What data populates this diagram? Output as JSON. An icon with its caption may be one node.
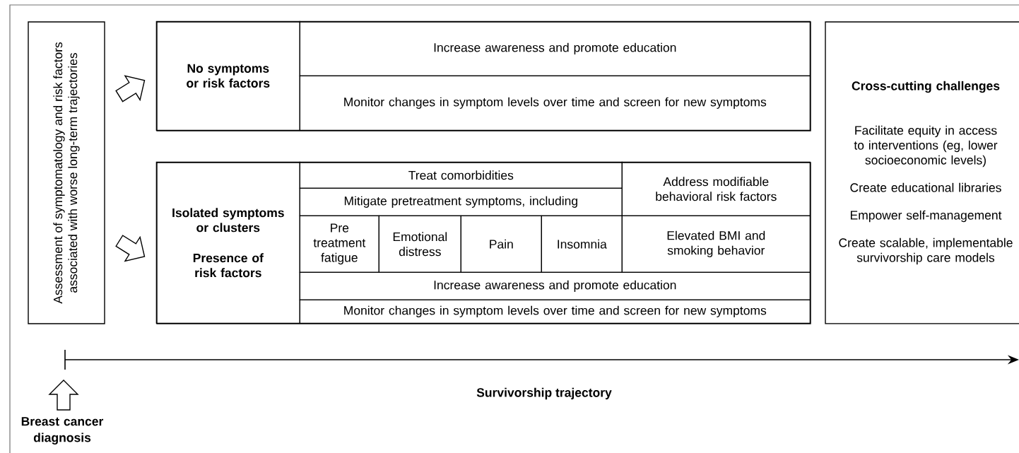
{
  "diagram": {
    "nodes": [
      {
        "text": [
          "Assessment of symptomatology and risk factors associated with worse long-term trajectories"
        ]
      },
      {
        "text": [],
        "shape": "box"
      },
      {
        "text": [
          "No symptoms or risk factors"
        ],
        "in": 1
      },
      {
        "text": [
          "Increase awareness and promote education"
        ],
        "in": 1
      },
      {
        "text": [
          "Monitor changes in symptom levels over time and screen for new symptoms"
        ],
        "in": 1
      },
      {
        "text": [],
        "shape": "box"
      },
      {
        "text": [
          "Isolated symptoms or clusters",
          "Presence of risk factors"
        ],
        "in": 5
      },
      {
        "text": [
          "Treat comorbidities"
        ],
        "in": 5
      },
      {
        "text": [
          "Mitigate pretreatment symptoms, including"
        ],
        "in": 5
      },
      {
        "text": [
          "Pre treatment fatigue"
        ],
        "in": 5
      },
      {
        "text": [
          "Emotional distress"
        ],
        "in": 5
      },
      {
        "text": [
          "Pain"
        ],
        "in": 5
      },
      {
        "text": [
          "Insomnia"
        ],
        "in": 5
      },
      {
        "text": [
          "Address modifiable behavioral risk factors"
        ],
        "in": 5
      },
      {
        "text": [
          "Elevated BMI and smoking behavior"
        ],
        "in": 5
      },
      {
        "text": [
          "Increase awareness and promote education"
        ],
        "in": 5
      },
      {
        "text": [
          "Monitor changes in symptom levels over time and screen for new symptoms"
        ],
        "in": 5
      },
      {
        "text": [
          "Cross-cutting challenges",
          "Facilitate equity in access to interventions (eg, lower socioeconomic levels)",
          "Create educational libraries",
          "Empower self-management",
          "Create scalable, implementable survivorship care models"
        ]
      },
      {
        "text": [
          "Breast cancer diagnosis"
        ]
      }
    ],
    "edges": [
      {
        "from": 0,
        "to": 2,
        "arrow": "to"
      },
      {
        "from": 0,
        "to": 6,
        "arrow": "to"
      },
      {
        "from": 18,
        "to": null,
        "arrow": "to"
      }
    ],
    "labels": [
      "Survivorship trajectory"
    ]
  }
}
